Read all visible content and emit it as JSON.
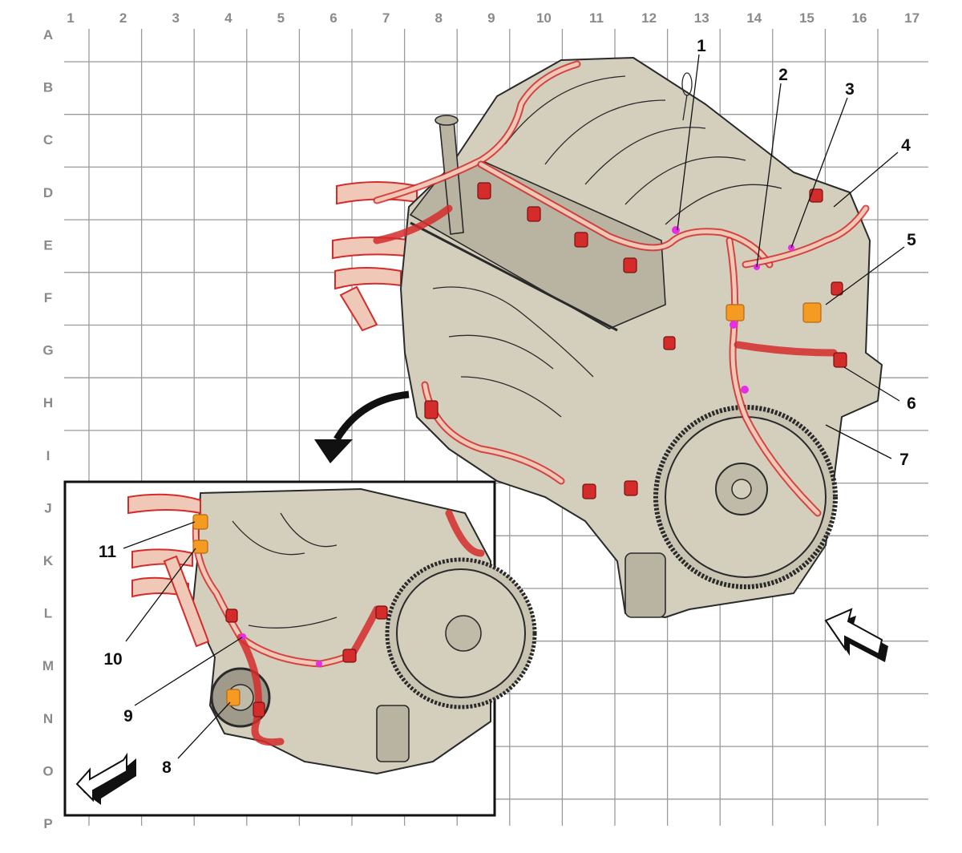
{
  "grid": {
    "columns": [
      "1",
      "2",
      "3",
      "4",
      "5",
      "6",
      "7",
      "8",
      "9",
      "10",
      "11",
      "12",
      "13",
      "14",
      "15",
      "16",
      "17"
    ],
    "rows": [
      "A",
      "B",
      "C",
      "D",
      "E",
      "F",
      "G",
      "H",
      "I",
      "J",
      "K",
      "L",
      "M",
      "N",
      "O",
      "P"
    ],
    "line_color": "#9a9a9a",
    "label_color": "#8a8a8a"
  },
  "callouts": [
    {
      "number": "1"
    },
    {
      "number": "2"
    },
    {
      "number": "3"
    },
    {
      "number": "4"
    },
    {
      "number": "5"
    },
    {
      "number": "6"
    },
    {
      "number": "7"
    },
    {
      "number": "8"
    },
    {
      "number": "9"
    },
    {
      "number": "10"
    },
    {
      "number": "11"
    }
  ],
  "colors": {
    "harness": "#d42b2b",
    "connector_sensor": "#f59a23",
    "ground_point": "#e52ee5",
    "engine_fill": "#d4cfbd"
  },
  "icons": {
    "inset_pointer": "curved-arrow-icon",
    "main_view_direction": "view-direction-arrow-icon",
    "inset_view_direction": "view-direction-arrow-icon"
  }
}
